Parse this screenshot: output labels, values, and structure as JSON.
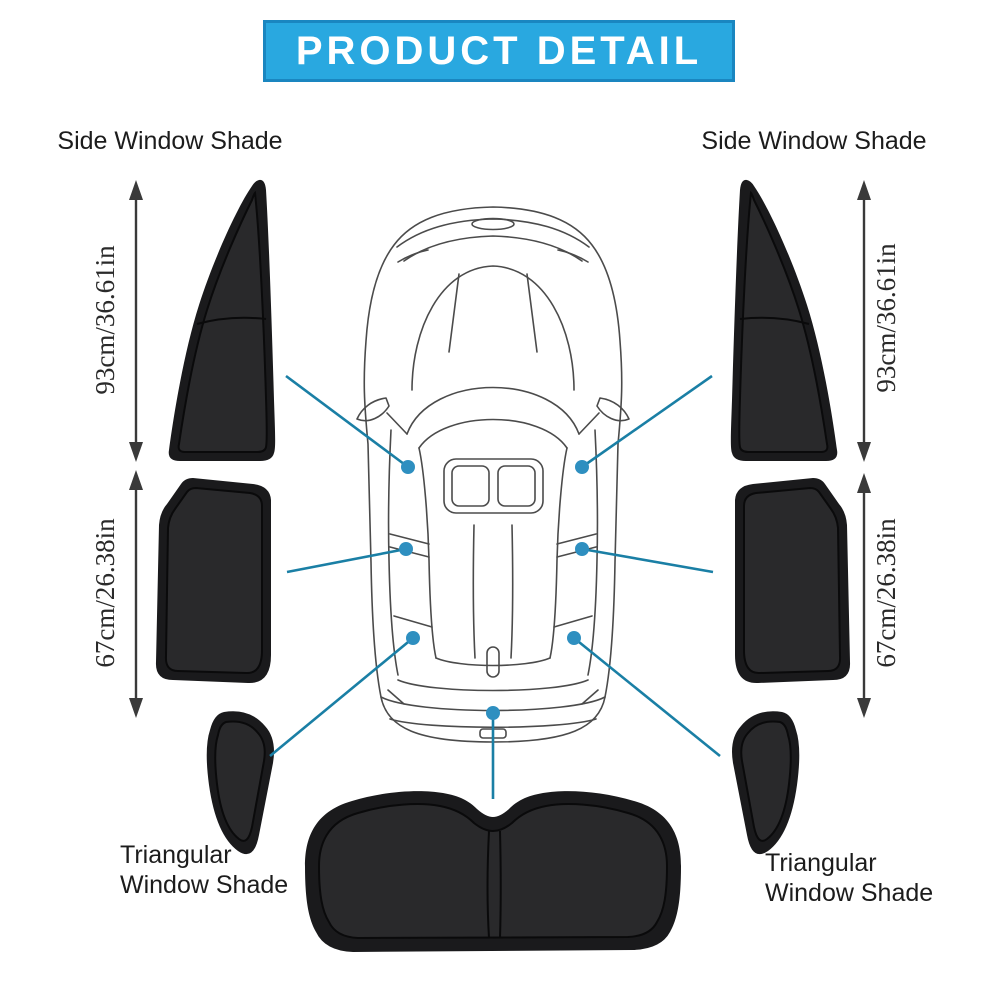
{
  "banner": {
    "title": "PRODUCT DETAIL"
  },
  "labels": {
    "side_window_left": "Side Window Shade",
    "side_window_right": "Side Window Shade",
    "triangular_left": "Triangular Window Shade",
    "triangular_right": "Triangular Window Shade"
  },
  "measurements": {
    "front_side_left": "93cm/36.61in",
    "rear_side_left": "67cm/26.38in",
    "front_side_right": "93cm/36.61in",
    "rear_side_right": "67cm/26.38in"
  },
  "colors": {
    "banner_bg": "#29a8e0",
    "banner_border": "#1a86c0",
    "banner_text": "#ffffff",
    "label_text": "#1c1c1c",
    "measurement_text": "#2a2a2a",
    "connector_line": "#1a7fa5",
    "connector_dot": "#2e8fc0",
    "shade_outer": "#1a1a1c",
    "shade_inner": "#29292b",
    "shade_stitch": "#0a0a0b",
    "car_line": "#4b4b4b",
    "arrow": "#3a3a3a",
    "page_bg": "#ffffff"
  }
}
